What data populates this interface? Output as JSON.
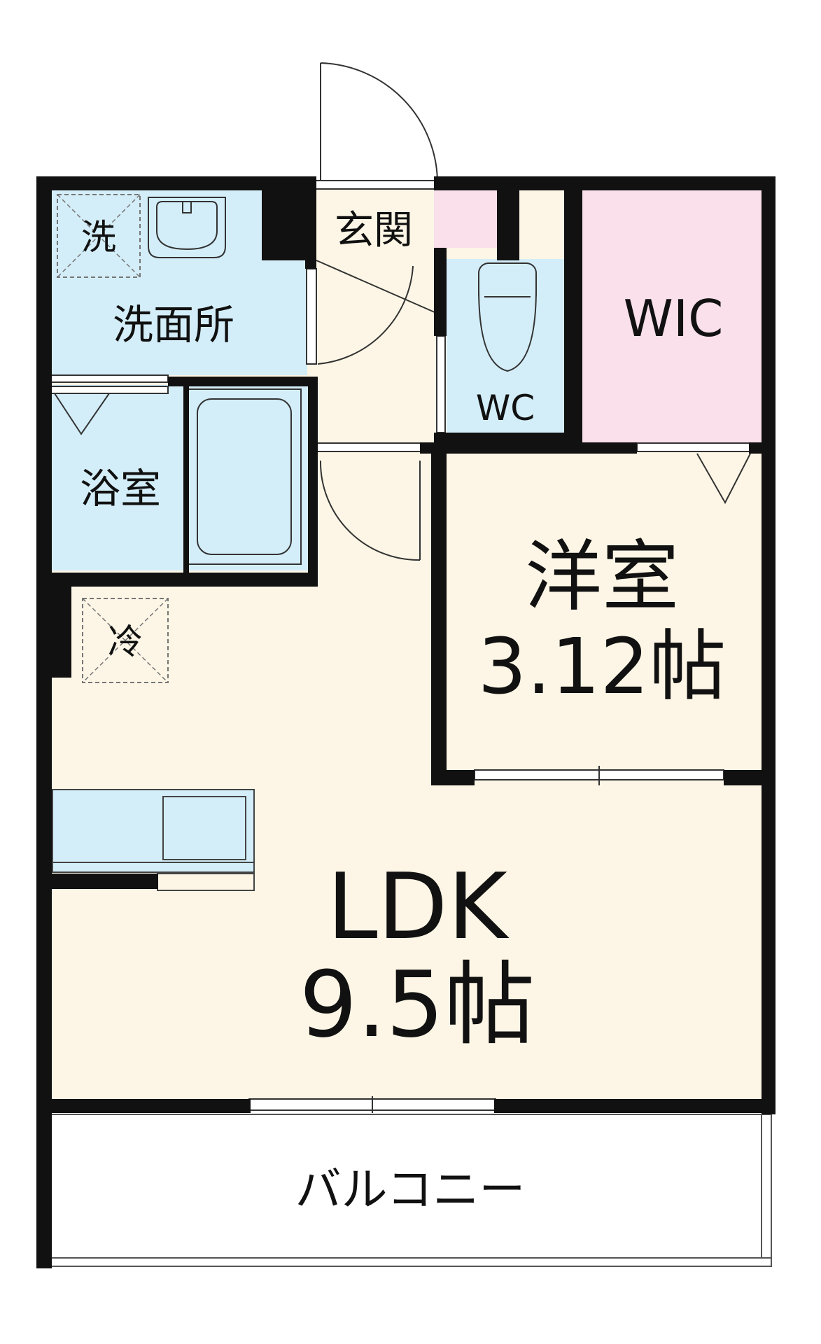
{
  "floor_plan": {
    "rooms": {
      "laundry_mark": "洗",
      "washroom": "洗面所",
      "entrance": "玄関",
      "toilet": "WC",
      "walk_in_closet": "WIC",
      "bathroom": "浴室",
      "fridge_mark": "冷",
      "western_room": "洋室",
      "western_room_size": "3.12帖",
      "ldk": "LDK",
      "ldk_size": "9.5帖",
      "balcony": "バルコニー"
    },
    "colors": {
      "wall": "#111111",
      "wet_area": "#d3eef9",
      "living_floor": "#fdf6e6",
      "closet": "#f9e0ea",
      "balcony_floor": "#ffffff"
    }
  }
}
